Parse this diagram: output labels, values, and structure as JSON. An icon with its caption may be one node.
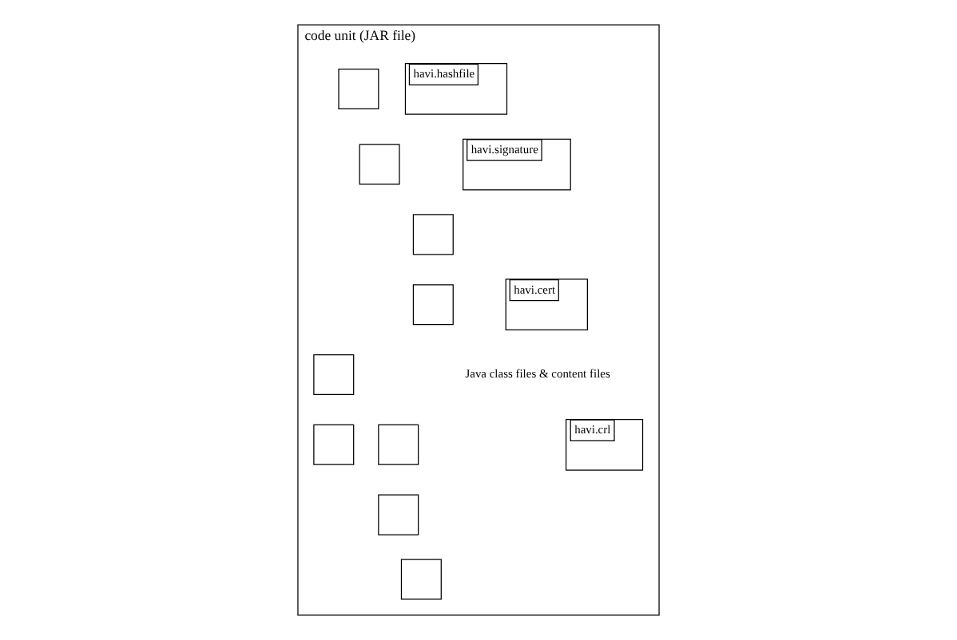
{
  "diagram": {
    "nodes": [
      {
        "text": [
          "code unit (JAR file)"
        ]
      },
      {
        "text": [
          "havi.hashfile"
        ],
        "in": 0
      },
      {
        "text": [
          "havi.signature"
        ],
        "in": 0
      },
      {
        "text": [
          "havi.cert"
        ],
        "in": 0
      },
      {
        "text": [
          "havi.crl"
        ],
        "in": 0
      },
      {
        "text": [],
        "shape": "box",
        "in": 0
      },
      {
        "text": [],
        "shape": "box",
        "in": 0
      },
      {
        "text": [],
        "shape": "box",
        "in": 0
      },
      {
        "text": [],
        "shape": "box",
        "in": 0
      },
      {
        "text": [],
        "shape": "box",
        "in": 0
      },
      {
        "text": [],
        "shape": "box",
        "in": 0
      },
      {
        "text": [],
        "shape": "box",
        "in": 0
      },
      {
        "text": [],
        "shape": "box",
        "in": 0
      },
      {
        "text": [],
        "shape": "box",
        "in": 0
      }
    ],
    "labels": [
      "Java class files & content files"
    ]
  }
}
